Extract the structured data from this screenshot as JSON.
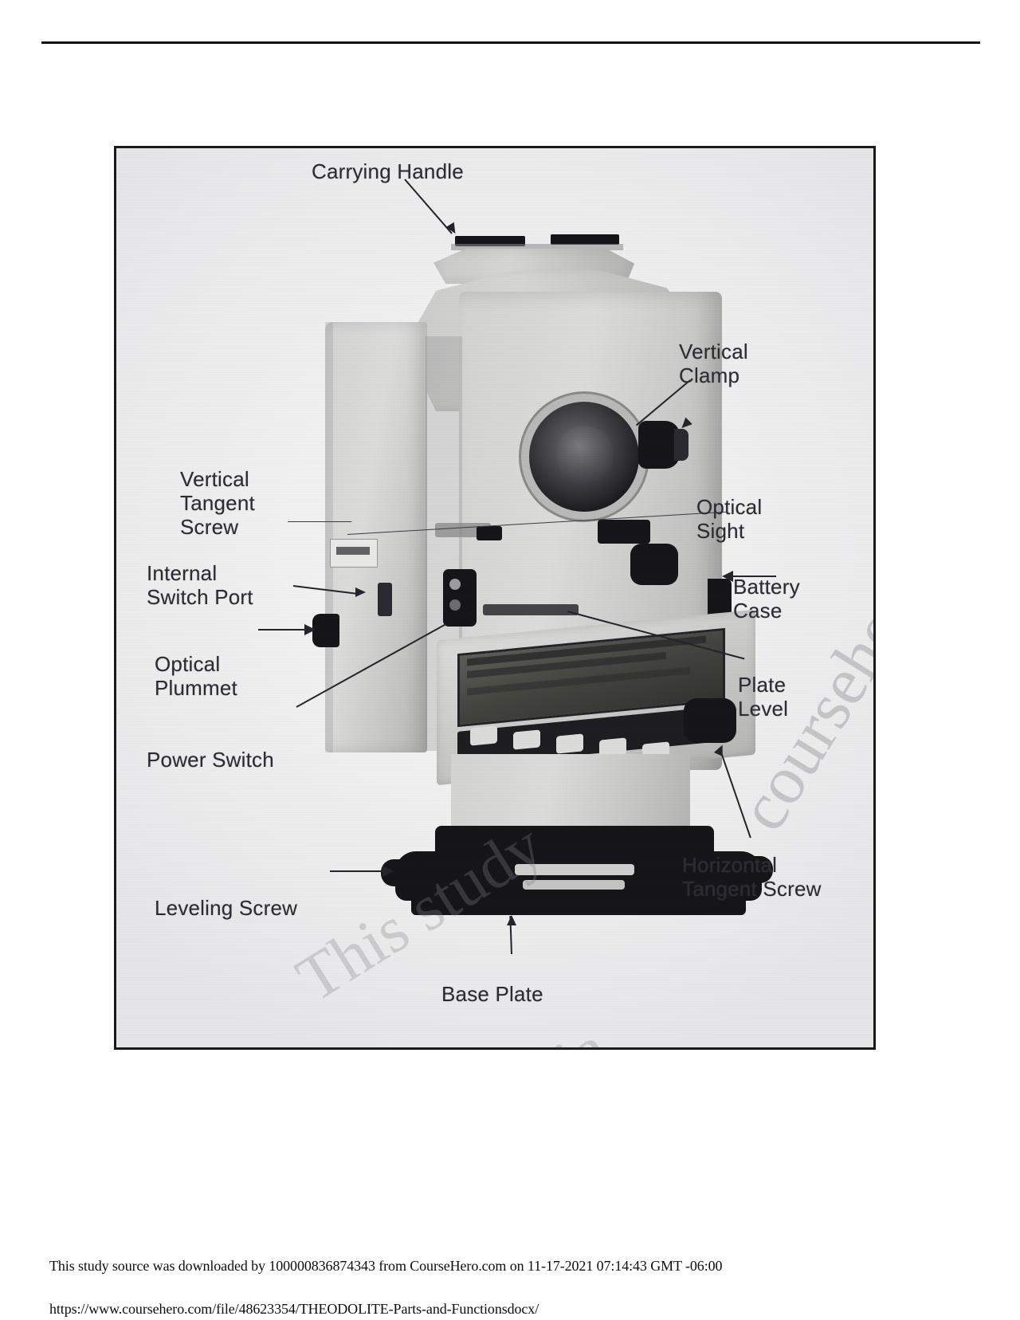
{
  "page": {
    "top_rule": true
  },
  "figure": {
    "caption_alt": "Theodolite parts and functions labeled diagram",
    "labels": [
      {
        "id": "carrying-handle",
        "text": "Carrying Handle"
      },
      {
        "id": "vertical-clamp",
        "text": "Vertical\nClamp"
      },
      {
        "id": "optical-sight",
        "text": "Optical\nSight"
      },
      {
        "id": "battery-case",
        "text": "Battery\nCase"
      },
      {
        "id": "plate-level",
        "text": "Plate\nLevel"
      },
      {
        "id": "horizontal-tangent-screw",
        "text": "Horizontal\nTangent Screw"
      },
      {
        "id": "vertical-tangent-screw",
        "text": "Vertical\nTangent\nScrew"
      },
      {
        "id": "internal-switch-port",
        "text": "Internal\nSwitch Port"
      },
      {
        "id": "optical-plummet",
        "text": "Optical\nPlummet"
      },
      {
        "id": "power-switch",
        "text": "Power Switch"
      },
      {
        "id": "leveling-screw",
        "text": "Leveling Screw"
      },
      {
        "id": "base-plate",
        "text": "Base Plate"
      }
    ],
    "watermark": {
      "line1": "This study",
      "line2": "shared via",
      "line3": "coursehero.com"
    },
    "colors": {
      "frame_border": "#1a1a1a",
      "figure_bg": "#f2f2f4",
      "label_text": "#2b2b33",
      "leader_line": "#24242c"
    }
  },
  "footer": {
    "download_notice": "This study source was downloaded by 100000836874343 from CourseHero.com on 11-17-2021 07:14:43 GMT -06:00",
    "url": "https://www.coursehero.com/file/48623354/THEODOLITE-Parts-and-Functionsdocx/"
  }
}
